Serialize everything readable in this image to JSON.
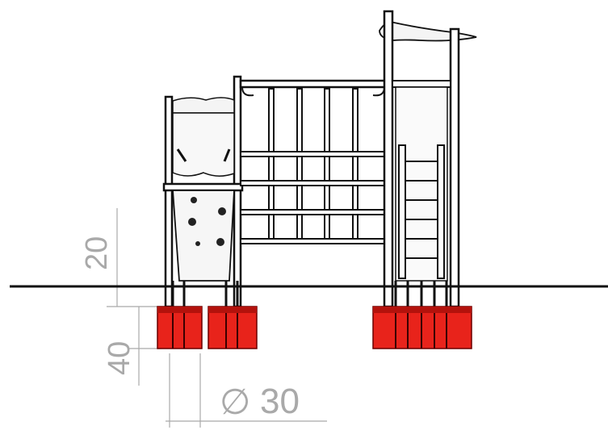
{
  "drawing": {
    "dimensions": {
      "height_above_ground": "20",
      "footing_depth": "40",
      "footing_diameter": "30",
      "diameter_symbol": "∅"
    },
    "colors": {
      "outline": "#111111",
      "ground_line": "#111111",
      "footing_fill": "#e8231b",
      "footing_shadow": "#b3120c",
      "dimension_lines": "#a9a9a9",
      "panel_fill": "#f4f4f4"
    }
  }
}
